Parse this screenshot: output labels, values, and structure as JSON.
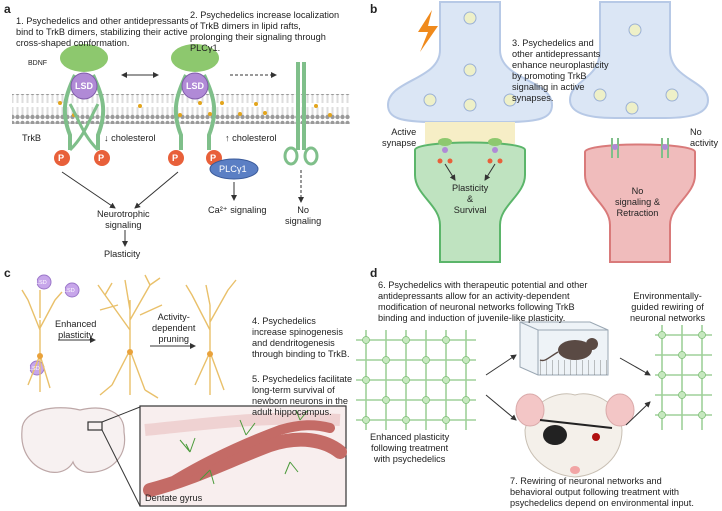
{
  "panels": {
    "a": {
      "letter": "a",
      "text1": "1. Psychedelics and other antidepressants\nbind to TrkB dimers, stabilizing their active\ncross-shaped conformation.",
      "text2": "2. Psychedelics increase localization\nof TrkB dimers in lipid rafts,\nprolonging their signaling through\nPLCγ1.",
      "bdnf": "BDNF",
      "lsd": "LSD",
      "trkb": "TrkB",
      "chol_down": "↓ cholesterol",
      "chol_up": "↑ cholesterol",
      "p": "P",
      "plc": "PLCγ1",
      "neurotrophic": "Neurotrophic\nsignaling",
      "ca": "Ca²⁺ signaling",
      "no_signal": "No\nsignaling",
      "plasticity": "Plasticity"
    },
    "b": {
      "letter": "b",
      "text3": "3. Psychedelics and\nother antidepressants\nenhance neuroplasticity\nby promoting TrkB\nsignaling in active\nsynapses.",
      "active": "Active\nsynapse",
      "no_activity": "No\nactivity",
      "plasticity": "Plasticity\n&\nSurvival",
      "no_signal": "No\nsignaling &\nRetraction"
    },
    "c": {
      "letter": "c",
      "lsd": "LSD",
      "enhanced": "Enhanced\nplasticity",
      "pruning": "Activity-\ndependent\npruning",
      "text4": "4. Psychedelics\nincrease spinogenesis\nand dendritogenesis\nthrough binding to TrkB.",
      "text5": "5. Psychedelics facilitate\nlong-term survival of\nnewborn neurons in the\nadult hippocampus.",
      "dentate": "Dentate gyrus"
    },
    "d": {
      "letter": "d",
      "text6": "6. Psychedelics with therapeutic potential and other\nantidepressants allow for an activity-dependent\nmodification of neuronal networks following TrkB\nbinding and induction of juvenile-like plasticity.",
      "env": "Environmentally-\nguided rewiring of\nneuronal networks",
      "enhanced": "Enhanced plasticity\nfollowing treatment\nwith psychedelics",
      "text7": "7. Rewiring of neuronal networks and\nbehavioral output following treatment with\npsychedelics depend on environmental input."
    }
  },
  "colors": {
    "trkb_green": "#7fbf8a",
    "bdnf_green": "#8dc86e",
    "lsd_purple": "#b08ad6",
    "phospho_orange": "#e8603a",
    "plc_blue": "#5b7fc4",
    "neuron_blue": "#dbe6f5",
    "synapse_green": "#bfe3c0",
    "synapse_red": "#f0bcbc",
    "dendrite_yellow": "#e9c06a",
    "hippocampus_red": "#c46b66"
  }
}
